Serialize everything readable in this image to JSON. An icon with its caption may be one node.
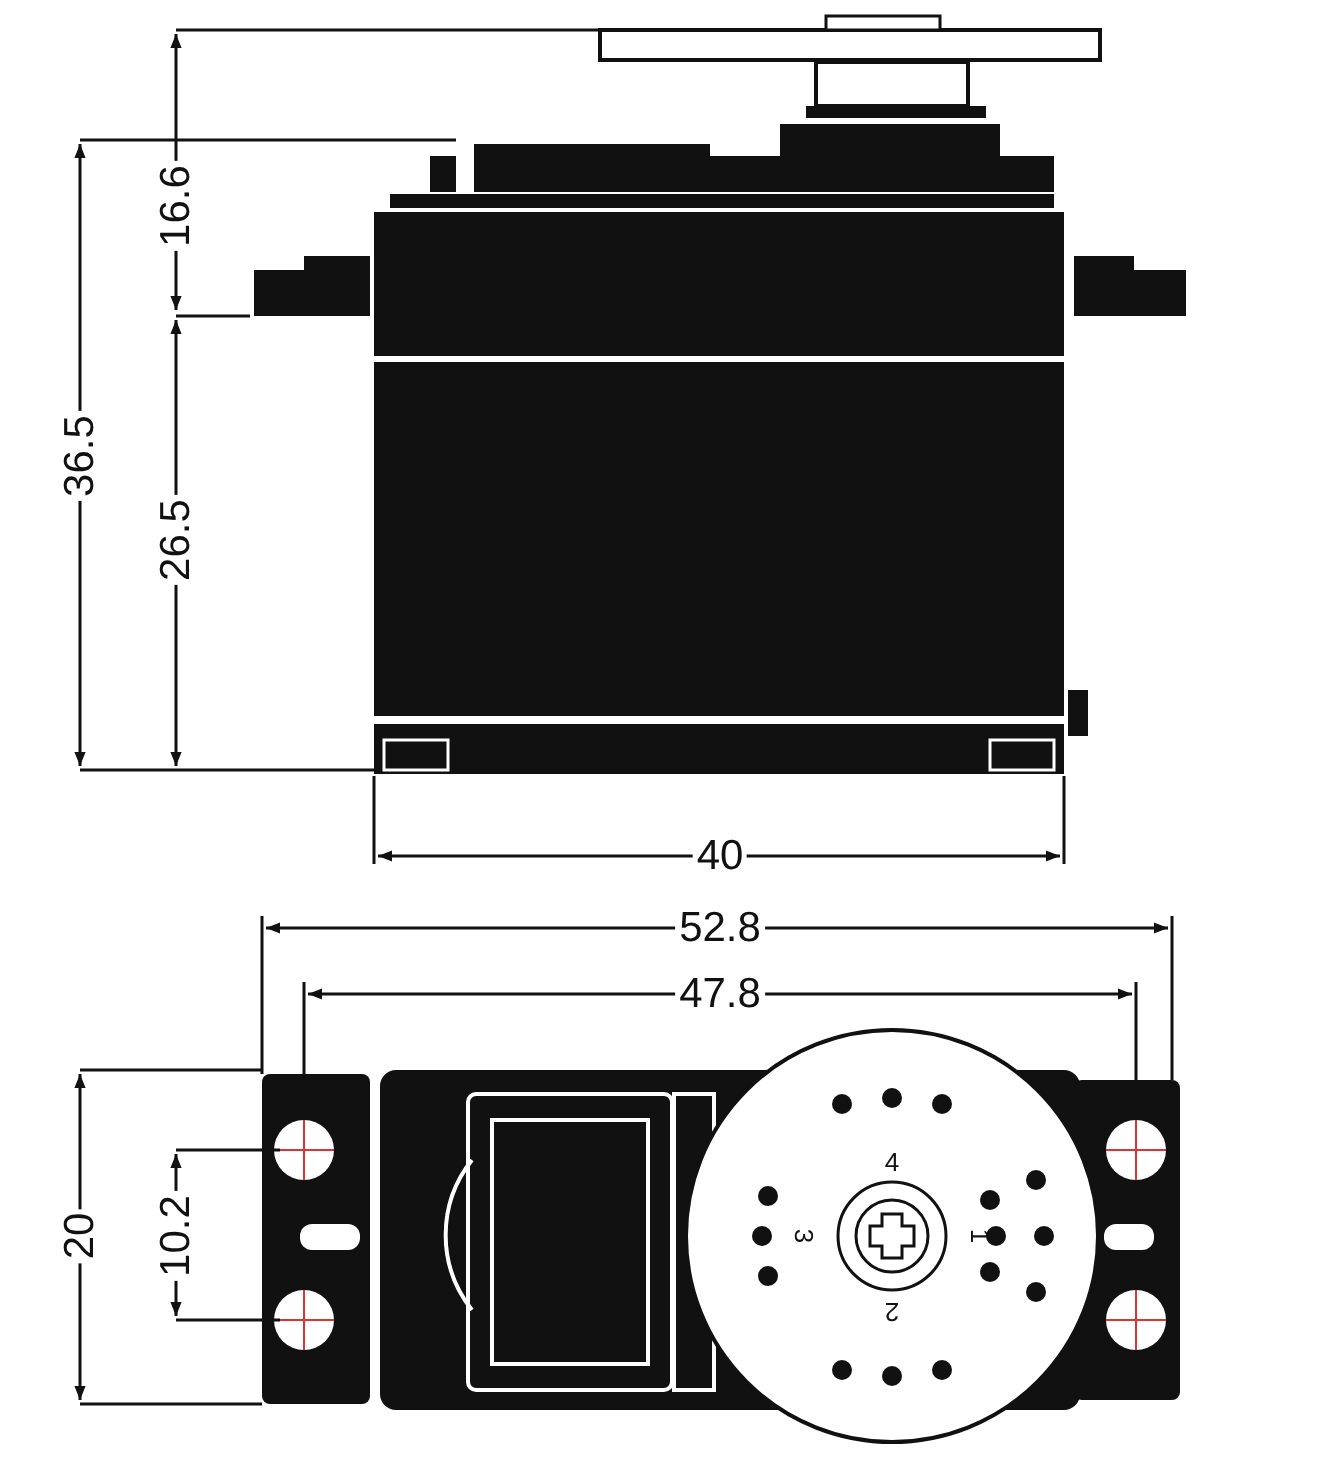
{
  "diagram": {
    "labels": [
      "16.6",
      "36.5",
      "26.5",
      "40",
      "52.8",
      "47.8",
      "20",
      "10.2",
      "4",
      "3",
      "1",
      "2"
    ]
  }
}
